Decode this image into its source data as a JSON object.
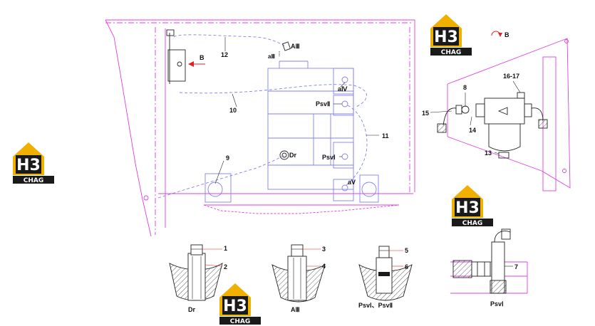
{
  "callouts": {
    "c1": "1",
    "c2": "2",
    "c3": "3",
    "c4": "4",
    "c5": "5",
    "c6": "6",
    "c7": "7",
    "c8": "8",
    "c9": "9",
    "c10": "10",
    "c11": "11",
    "c12": "12",
    "c13": "13",
    "c14": "14",
    "c15": "15",
    "c1617": "16-17"
  },
  "ports": {
    "a3_top": "AⅢ",
    "a3_side": "aⅢ",
    "a4": "aⅣ",
    "psv2": "PsvⅡ",
    "dr": "Dr",
    "psv1": "PsvⅠ",
    "a5": "aV"
  },
  "arrows": {
    "b_main": "B",
    "b_view": "B"
  },
  "detail_captions": {
    "dr": "Dr",
    "a3": "AⅢ",
    "psv": "PsvⅠ、PsvⅡ",
    "psv1": "PsvⅠ"
  },
  "watermark": {
    "brand": "H3",
    "sub": "CHAG"
  },
  "colors": {
    "frame": "#e040e0",
    "part": "#8080f0",
    "line": "#222222",
    "red": "#e02020",
    "logo_dark": "#1a1a1a",
    "logo_gold": "#f0b000"
  }
}
